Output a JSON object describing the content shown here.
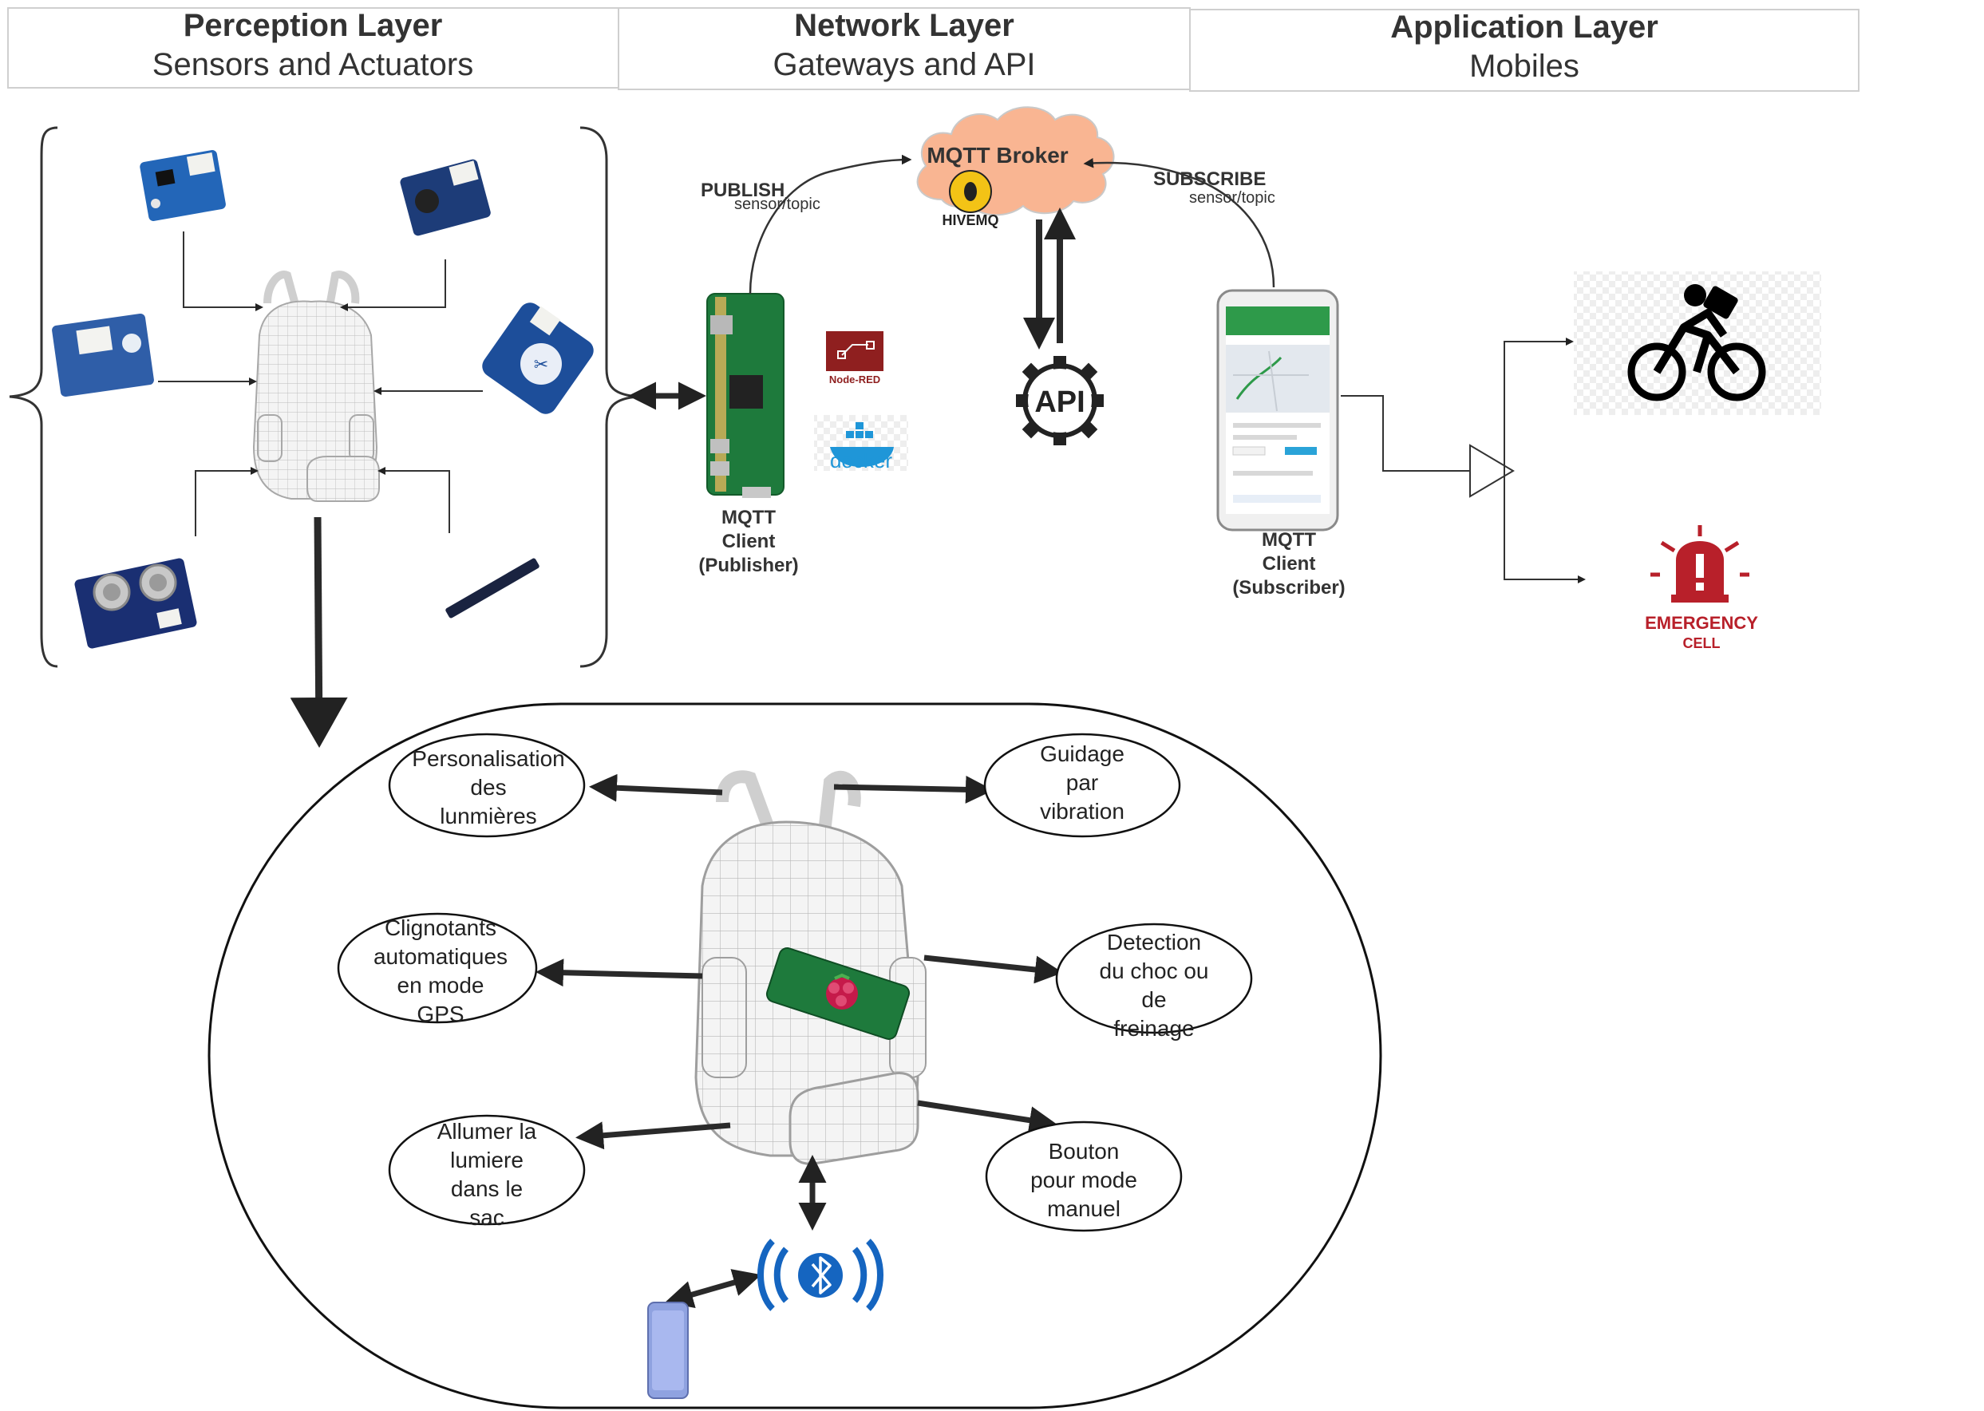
{
  "layers": [
    {
      "title": "Perception Layer",
      "subtitle": "Sensors and Actuators"
    },
    {
      "title": "Network Layer",
      "subtitle": "Gateways and API"
    },
    {
      "title": "Application Layer",
      "subtitle": "Mobiles"
    }
  ],
  "broker": {
    "name": "MQTT Broker",
    "logo_text": "HIVEMQ"
  },
  "publish": {
    "label": "PUBLISH",
    "topic": "sensor/topic"
  },
  "subscribe": {
    "label": "SUBSCRIBE",
    "topic": "sensor/topic"
  },
  "api": {
    "label": "API"
  },
  "publisher": {
    "line1": "MQTT",
    "line2": "Client",
    "line3": "(Publisher)"
  },
  "subscriber": {
    "line1": "MQTT",
    "line2": "Client",
    "line3": "(Subscriber)"
  },
  "logos": {
    "nodered": "Node-RED",
    "docker": "docker"
  },
  "emergency": {
    "line1": "EMERGENCY",
    "line2": "CELL"
  },
  "features": {
    "personalisation": [
      "Personalisation",
      "des",
      "lunmières"
    ],
    "guidage": [
      "Guidage",
      "par",
      "vibration"
    ],
    "clignotants": [
      "Clignotants",
      "automatiques",
      "en mode",
      "GPS"
    ],
    "detection": [
      "Detection",
      "du choc ou",
      "de",
      "freinage"
    ],
    "allumer": [
      "Allumer la",
      "lumiere",
      "dans le",
      "sac"
    ],
    "bouton": [
      "Bouton",
      "pour mode",
      "manuel"
    ]
  },
  "colors": {
    "cloud": "#f9b592",
    "bluetooth": "#1565c0",
    "nodered": "#8f1f1f",
    "docker": "#1f96d8",
    "emergency": "#b8202a",
    "pcb_green": "#1e7a3c",
    "sensor_blue": "#1d4e9a"
  }
}
